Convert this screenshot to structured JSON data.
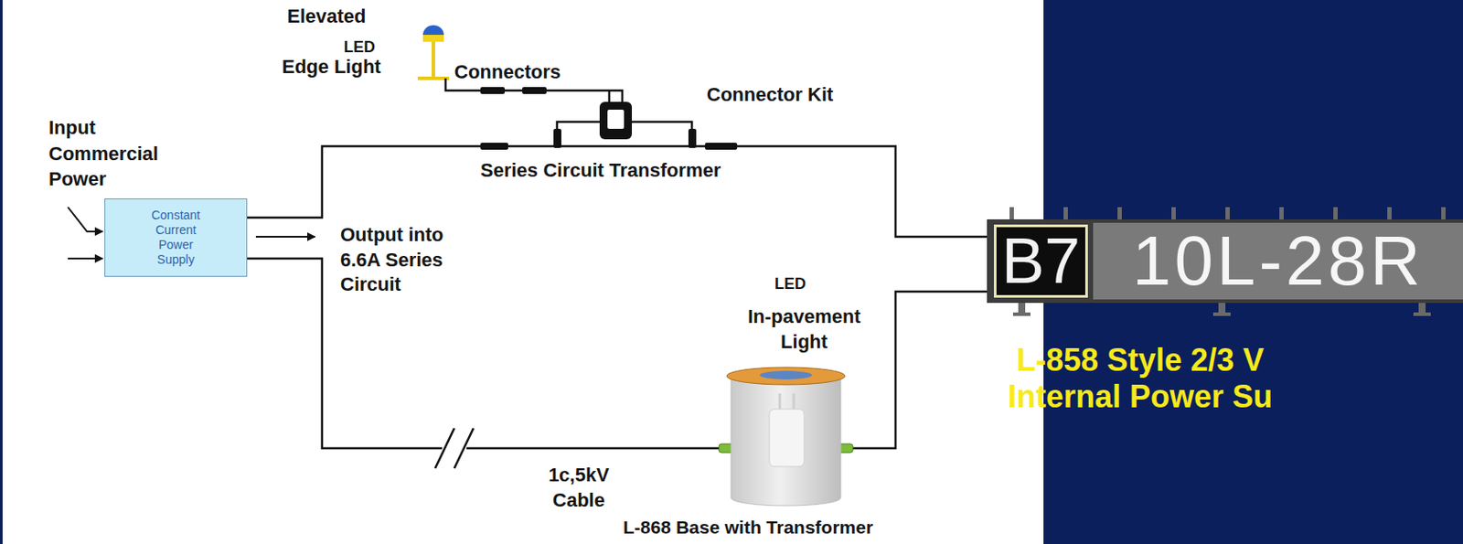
{
  "diagram": {
    "nodes": [
      {
        "text": [
          "Constant Current Power Supply"
        ]
      },
      {
        "text": [
          "B7",
          "10L-28R"
        ]
      }
    ],
    "edges": [
      {
        "from": 0,
        "to": 1,
        "arrow": "none"
      },
      {
        "from": 0,
        "to": 1,
        "arrow": "none"
      }
    ],
    "labels": [
      "Elevated",
      "LED",
      "Edge Light",
      "Connectors",
      "Connector Kit",
      "Series Circuit Transformer",
      "Input Commercial Power",
      "Output into 6.6A Series Circuit",
      "1c,5kV Cable",
      "LED",
      "In-pavement Light",
      "L-868 Base with Transformer",
      "L-858 Style 2/3 V",
      "Internal Power Su"
    ]
  }
}
